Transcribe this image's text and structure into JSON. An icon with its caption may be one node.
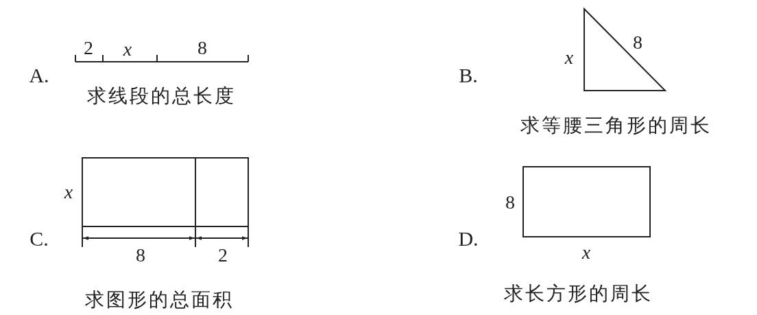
{
  "diagram": {
    "labels": [
      "2",
      "x",
      "8",
      "A.",
      "求线段的总长度",
      "8",
      "x",
      "B.",
      "求等腰三角形的周长",
      "x",
      "C.",
      "8",
      "2",
      "求图形的总面积",
      "8",
      "D.",
      "x",
      "求长方形的周长"
    ]
  }
}
